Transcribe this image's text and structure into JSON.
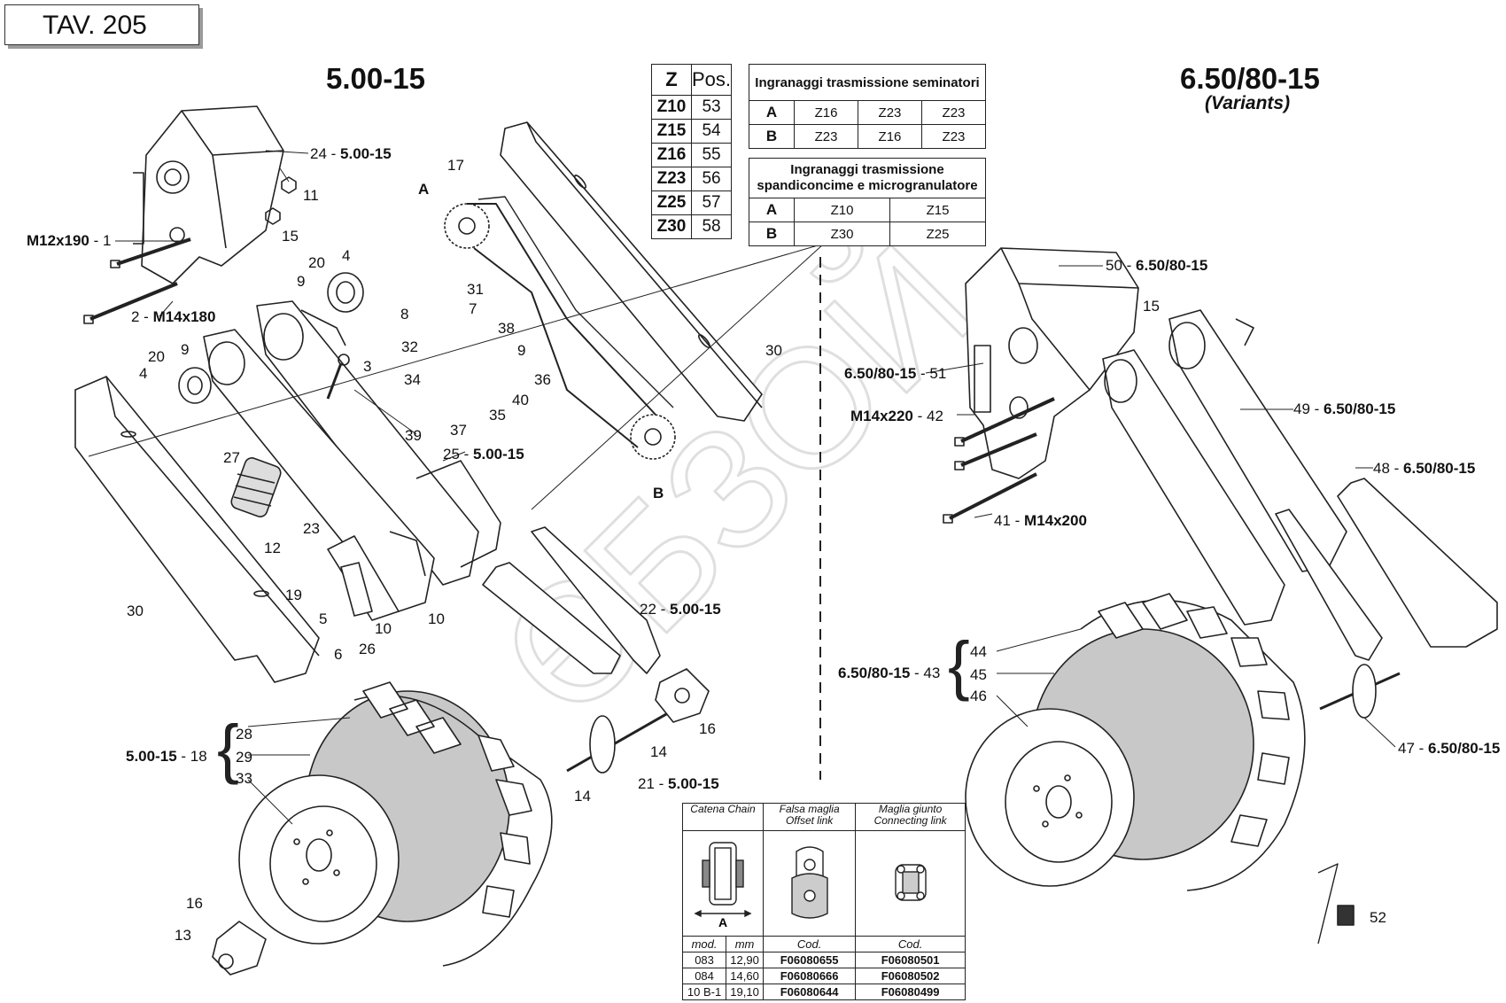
{
  "header": {
    "code": "TAV.  205"
  },
  "left_title": "5.00-15",
  "right_title": "6.50/80-15",
  "right_subtitle": "(Variants)",
  "z_table": {
    "headers": [
      "Z",
      "Pos."
    ],
    "rows": [
      [
        "Z10",
        "53"
      ],
      [
        "Z15",
        "54"
      ],
      [
        "Z16",
        "55"
      ],
      [
        "Z23",
        "56"
      ],
      [
        "Z25",
        "57"
      ],
      [
        "Z30",
        "58"
      ]
    ]
  },
  "gear_table_1": {
    "title": "Ingranaggi trasmissione seminatori",
    "rows": [
      [
        "A",
        "Z16",
        "Z23",
        "Z23"
      ],
      [
        "B",
        "Z23",
        "Z16",
        "Z23"
      ]
    ]
  },
  "gear_table_2": {
    "title": "Ingranaggi trasmissione spandiconcime  e microgranulatore",
    "rows": [
      [
        "A",
        "Z10",
        "Z15"
      ],
      [
        "B",
        "Z30",
        "Z25"
      ]
    ]
  },
  "chain_table": {
    "headers": [
      "Catena Chain",
      "Falsa maglia Offset link",
      "Maglia giunto Connecting link"
    ],
    "subheaders": [
      "mod.",
      "mm",
      "Cod.",
      "Cod."
    ],
    "rows": [
      [
        "083",
        "12,90",
        "F06080655",
        "F06080501"
      ],
      [
        "084",
        "14,60",
        "F06080666",
        "F06080502"
      ],
      [
        "10 B-1",
        "19,10",
        "F06080644",
        "F06080499"
      ]
    ],
    "dim_label": "A"
  },
  "labels": {
    "l24": "24 - ",
    "l24b": "5.00-15",
    "l11": "11",
    "l15a": "15",
    "l1a": "M12x190",
    "l1b": " - 1",
    "l2a": "2 - ",
    "l2b": "M14x180",
    "l20a": "20",
    "l4a": "4",
    "l9a": "9",
    "l31": "31",
    "l7": "7",
    "l8": "8",
    "l32": "32",
    "l38": "38",
    "l9b": "9",
    "l36": "36",
    "l34": "34",
    "l40": "40",
    "l35": "35",
    "l37": "37",
    "l20b": "20",
    "l9c": "9",
    "l4b": "4",
    "l3": "3",
    "l39": "39",
    "l25": "25 - ",
    "l25b": "5.00-15",
    "l27": "27",
    "l23": "23",
    "l12": "12",
    "l19": "19",
    "l30a": "30",
    "l30b": "30",
    "l5": "5",
    "l6": "6",
    "l10a": "10",
    "l26": "26",
    "l10b": "10",
    "l17": "17",
    "lA": "A",
    "lB": "B",
    "l22": "22 - ",
    "l22b": "5.00-15",
    "l16a": "16",
    "l14a": "14",
    "l14b": "14",
    "l21": "21 - ",
    "l21b": "5.00-15",
    "l18a": "5.00-15",
    "l18b": " - 18",
    "l28": "28",
    "l29": "29",
    "l33": "33",
    "l16b": "16",
    "l13": "13",
    "l50": "50 - ",
    "l50b": "6.50/80-15",
    "l15b": "15",
    "l51a": "6.50/80-15",
    "l51b": " - 51",
    "l42a": "M14x220",
    "l42b": " - 42",
    "l41": "41 - ",
    "l41b": "M14x200",
    "l49": "49 - ",
    "l49b": "6.50/80-15",
    "l48": "48 - ",
    "l48b": "6.50/80-15",
    "l43a": "6.50/80-15",
    "l43b": " - 43",
    "l44": "44",
    "l45": "45",
    "l46": "46",
    "l47": "47 - ",
    "l47b": "6.50/80-15",
    "l52": "52"
  }
}
